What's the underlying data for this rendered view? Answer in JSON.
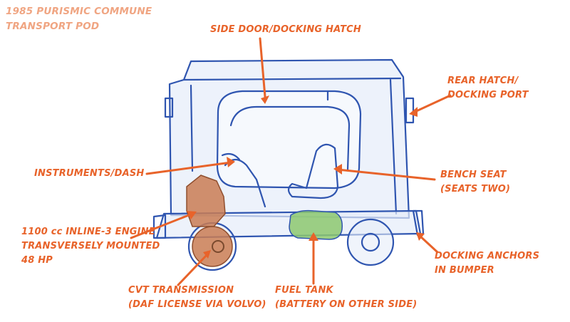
{
  "title": [
    "1985 PURISMIC COMMUNE",
    "TRANSPORT POD"
  ],
  "callouts": {
    "side_door": [
      "SIDE DOOR/DOCKING HATCH"
    ],
    "rear_hatch": [
      "REAR HATCH/",
      "DOCKING PORT"
    ],
    "instruments": [
      "INSTRUMENTS/DASH"
    ],
    "bench_seat": [
      "BENCH SEAT",
      "(SEATS TWO)"
    ],
    "engine": [
      "1100 cc INLINE-3 ENGINE",
      "TRANSVERSELY MOUNTED",
      "48 HP"
    ],
    "docking_anchors": [
      "DOCKING ANCHORS",
      "IN BUMPER"
    ],
    "transmission": [
      "CVT TRANSMISSION",
      "(DAF LICENSE VIA VOLVO)"
    ],
    "fuel_tank": [
      "FUEL TANK",
      "(BATTERY ON OTHER SIDE)"
    ]
  },
  "colors": {
    "label": "#e8632a",
    "title": "#f0a582",
    "line": "#2f55b0",
    "body_fill": "#e6edf9",
    "engine": "#c97c54",
    "fuel_tank": "#8cc86e"
  }
}
